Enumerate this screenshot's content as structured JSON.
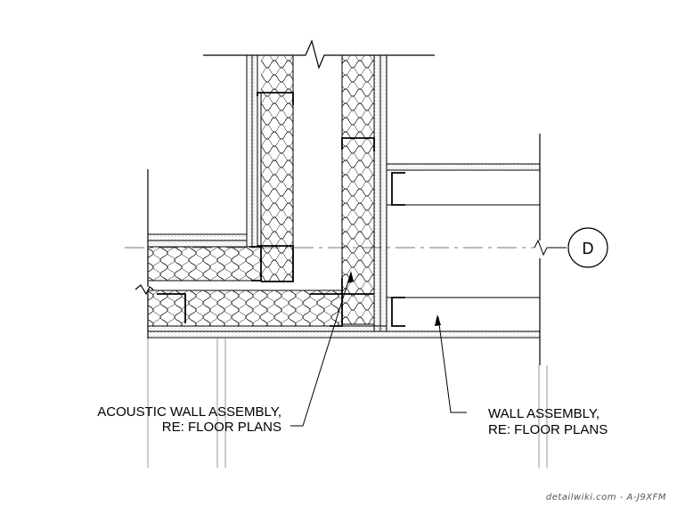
{
  "labels": {
    "acoustic_line1": "ACOUSTIC WALL ASSEMBLY,",
    "acoustic_line2": "RE: FLOOR PLANS",
    "wall_line1": "WALL ASSEMBLY,",
    "wall_line2": "RE: FLOOR PLANS"
  },
  "grid_tag": "D",
  "watermark": "detailwiki.com - A-J9XFM",
  "colors": {
    "ink": "#000000",
    "hatch": "#888888",
    "grid": "#9a9a9a"
  }
}
